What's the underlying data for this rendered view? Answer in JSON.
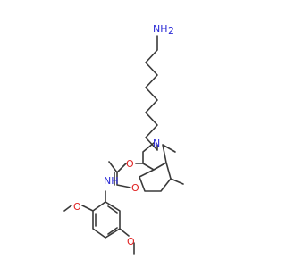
{
  "atoms": {
    "amine_nitrogen": "NH",
    "amine_subscript": "2",
    "ring_nitrogen": "N",
    "ester_oxygen": "O",
    "carbamate_nh": "NH",
    "carbonyl_oxygen": "O",
    "methoxy_oxygen_upper": "O",
    "methoxy_oxygen_lower": "O"
  },
  "colors": {
    "bond": "#3a3a3a",
    "nitrogen": "#2b2bd6",
    "oxygen": "#e02020",
    "background": "#ffffff"
  }
}
